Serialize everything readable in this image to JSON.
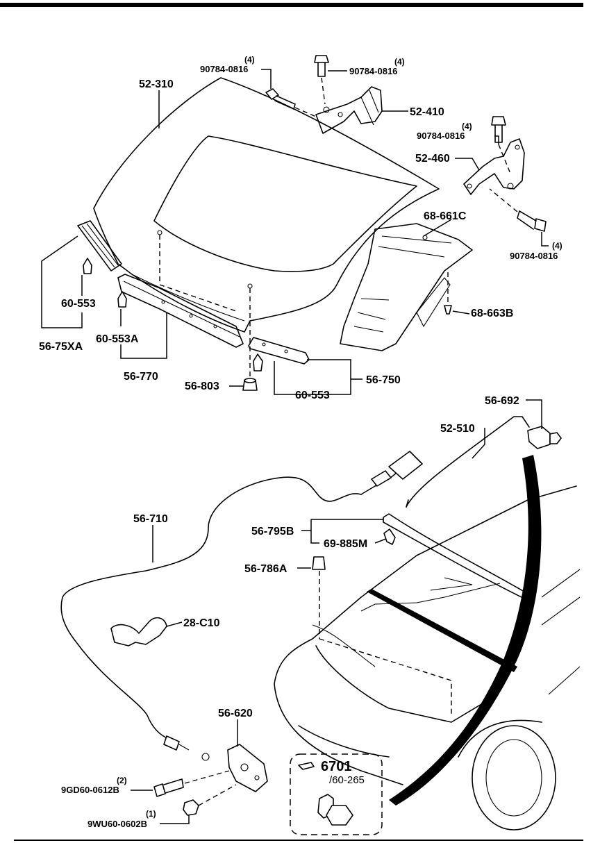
{
  "parts": {
    "bonnet": "52-310",
    "hinge_left": "52-410",
    "hinge_right": "52-460",
    "insulator": "68-661C",
    "clip_insulator": "68-663B",
    "clip_a": "60-553",
    "clip_b": "60-553A",
    "clip_c": "60-553",
    "seal_left": "56-75XA",
    "seal_center": "56-770",
    "seal_right": "56-750",
    "bumper_stop": "56-803",
    "stay": "52-510",
    "stay_holder": "56-692",
    "release_cable": "56-710",
    "cable_clamp": "56-795B",
    "clamp_clip": "69-885M",
    "cushion": "56-786A",
    "cable_holder": "28-C10",
    "lock": "56-620",
    "inset_ref": "6701",
    "inset_sub": "/60-265"
  },
  "bolts": {
    "b1_qty": "(4)",
    "b1_pn": "90784-0816",
    "b2_qty": "(4)",
    "b2_pn": "90784-0816",
    "b3_qty": "(4)",
    "b3_pn": "90784-0816",
    "b4_qty": "(4)",
    "b4_pn": "90784-0816",
    "lock_bolt_qty": "(2)",
    "lock_bolt_pn": "9GD60-0612B",
    "lock_nut_qty": "(1)",
    "lock_nut_pn": "9WU60-0602B"
  }
}
